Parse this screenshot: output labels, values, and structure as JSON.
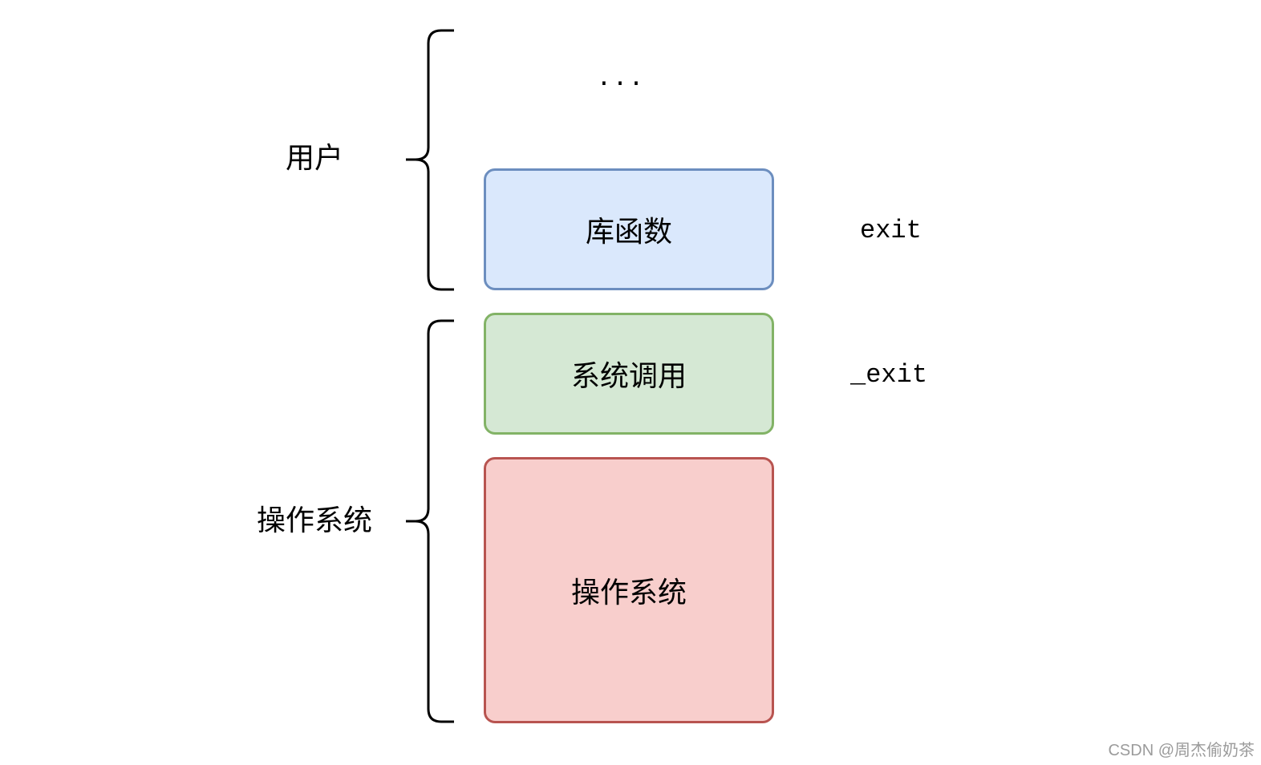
{
  "groups": {
    "user": {
      "label": "用户"
    },
    "os": {
      "label": "操作系统"
    }
  },
  "ellipsis": "...",
  "layers": {
    "library": {
      "label": "库函数",
      "fill": "#dae8fc",
      "stroke": "#6c8ebf"
    },
    "syscall": {
      "label": "系统调用",
      "fill": "#d5e8d4",
      "stroke": "#82b366"
    },
    "os": {
      "label": "操作系统",
      "fill": "#f8cecc",
      "stroke": "#b85450"
    }
  },
  "functions": {
    "library": "exit",
    "syscall": "_exit"
  },
  "watermark": "CSDN @周杰偷奶茶"
}
